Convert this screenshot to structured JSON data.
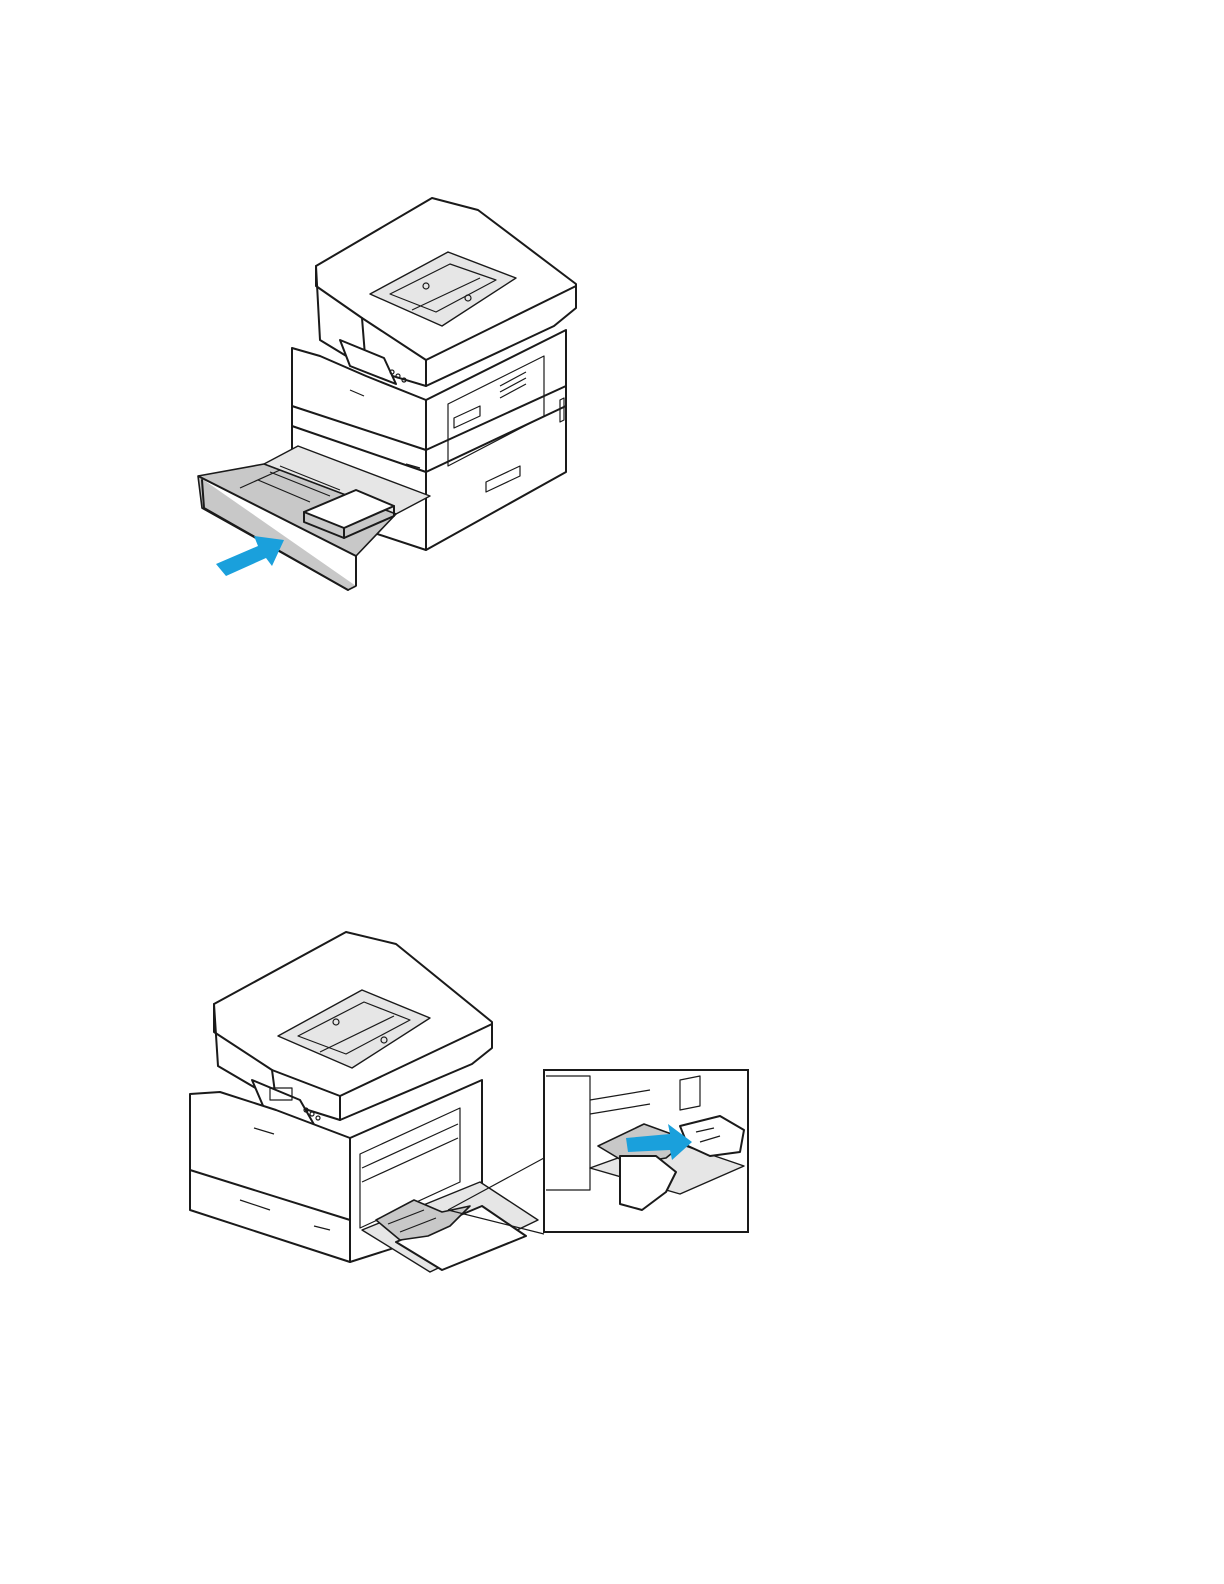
{
  "figures": [
    {
      "id": "insert-paper-tray",
      "icon": "printer-tray-insert-illustration",
      "arrow_color": "#1aa0dc"
    },
    {
      "id": "remove-jam-bypass-tray",
      "icon": "printer-bypass-jam-illustration",
      "arrow_color": "#1aa0dc"
    }
  ],
  "colors": {
    "accent": "#1aa0dc",
    "tray": "#c8c8c8",
    "line": "#1a1a1a"
  }
}
